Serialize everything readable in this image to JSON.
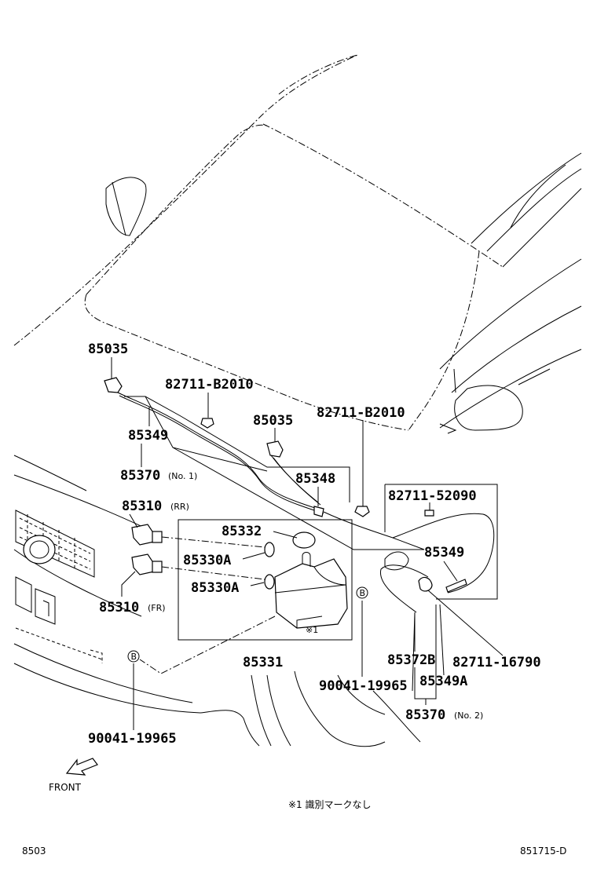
{
  "labels": {
    "p85035_top": "85035",
    "p82711_b2010_a": "82711-B2010",
    "p85035_mid": "85035",
    "p82711_b2010_b": "82711-B2010",
    "p85349_a": "85349",
    "p85370_no1": "85370",
    "p85370_no1_suffix": "(No. 1)",
    "p85348": "85348",
    "p82711_52090": "82711-52090",
    "p85310_rr": "85310",
    "p85310_rr_suffix": "(RR)",
    "p85332": "85332",
    "p85349_b": "85349",
    "p85330a_a": "85330A",
    "p85330a_b": "85330A",
    "p85310_fr": "85310",
    "p85310_fr_suffix": "(FR)",
    "note_mark": "※1",
    "p85372b": "85372B",
    "p82711_16790": "82711-16790",
    "p85331": "85331",
    "p90041_a": "90041-19965",
    "p85349a": "85349A",
    "p85370_no2": "85370",
    "p85370_no2_suffix": "(No. 2)",
    "p90041_b": "90041-19965",
    "circle_b_1": "B",
    "circle_b_2": "B"
  },
  "front_label": "FRONT",
  "footnote": "※1 識別マークなし",
  "page_code": "8503",
  "figure_code": "851715-D"
}
